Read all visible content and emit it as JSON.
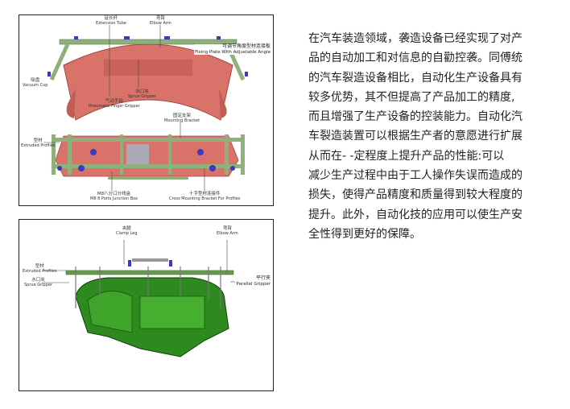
{
  "figure1": {
    "labels": [
      {
        "zh": "延长杆",
        "en": "Extension Tube"
      },
      {
        "zh": "弯臂",
        "en": "Elbow Arm"
      },
      {
        "zh": "可调节角度型材连接板",
        "en": "Fixing Plate With Adjustable Angle"
      },
      {
        "zh": "吸盘",
        "en": "Vacuum Cup"
      },
      {
        "zh": "水口夹",
        "en": "Sprue Gripper"
      },
      {
        "zh": "气动手指",
        "en": "Pneumatic Finger Gripper"
      },
      {
        "zh": "固定支架",
        "en": "Mounting Bracket"
      },
      {
        "zh": "型材",
        "en": "Extruded Profiles"
      },
      {
        "zh": "M8八分口分线盒",
        "en": "M8 8 Ports Junction Box"
      },
      {
        "zh": "十字型材连接件",
        "en": "Cross Mounting Bracket For Profiles"
      }
    ]
  },
  "figure2": {
    "labels": [
      {
        "zh": "夹腿",
        "en": "Clamp Leg"
      },
      {
        "zh": "弯臂",
        "en": "Elbow Arm"
      },
      {
        "zh": "型材",
        "en": "Extruded Profiles"
      },
      {
        "zh": "水口夹",
        "en": "Sprue Gripper"
      },
      {
        "zh": "平行夹",
        "en": "Parallel Gripper"
      }
    ]
  },
  "paragraph_lines": [
    "在汽车装造领域，袭造设备已经实现了对产",
    "品的自动加工和对信息的自勸控袭。同傅统",
    "的汽车裂造设备相比，自动化生产设备具有",
    "较多优势，其不但提高了产品加工的精度,",
    "而且增强了生产设备的控装能力。自动化汽",
    "车裂造装置可以根据生产者的意愿进行扩展",
    "从而在- -定程度上提升产品的性能:可以",
    "减少生产过程中由于工人操作失误而造成的",
    "损失，使得产品精度和质量得到较大程度的",
    "提升。此外，自动化技的应用可以使生产安",
    "全性得到更好的保障。"
  ]
}
